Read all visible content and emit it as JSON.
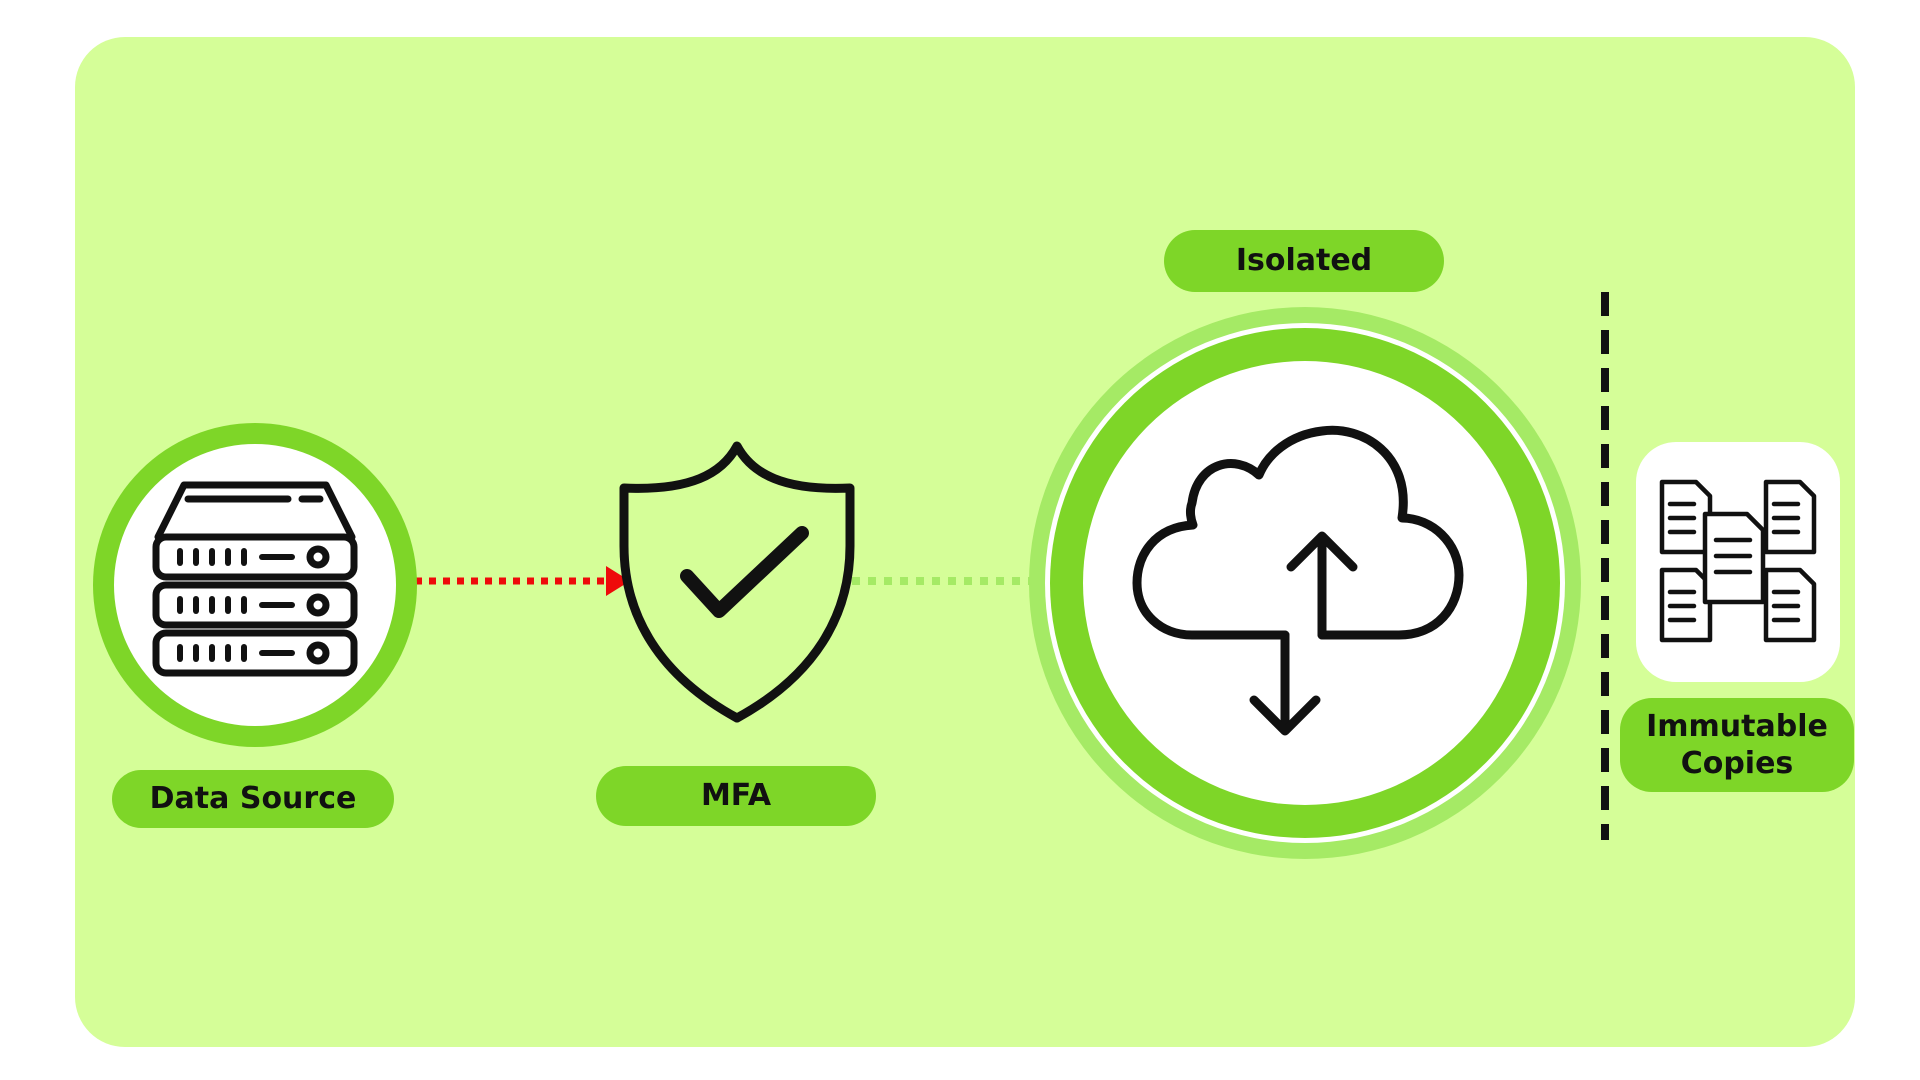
{
  "colors": {
    "panel_bg": "#d5fe98",
    "accent": "#7ed628",
    "accent_light": "#a5ea65",
    "icon_stroke": "#111111",
    "pill_text": "#111111",
    "arrow_red": "#ee0a0a",
    "divider": "#111111",
    "card_bg": "#ffffff"
  },
  "nodes": {
    "data_source": {
      "label": "Data Source",
      "icon": "server-rack-icon"
    },
    "mfa": {
      "label": "MFA",
      "icon": "shield-check-icon"
    },
    "isolated": {
      "label": "Isolated",
      "icon": "cloud-sync-icon"
    },
    "immutable": {
      "label_line1": "Immutable",
      "label_line2": "Copies",
      "icon": "documents-icon"
    }
  },
  "connectors": [
    {
      "from": "data_source",
      "to": "mfa",
      "style": "dotted-double-arrow",
      "color": "arrow_red"
    },
    {
      "from": "mfa",
      "to": "isolated",
      "style": "dotted-line",
      "color": "accent_light"
    }
  ],
  "divider": {
    "style": "dashed-vertical",
    "between": [
      "isolated",
      "immutable"
    ]
  }
}
